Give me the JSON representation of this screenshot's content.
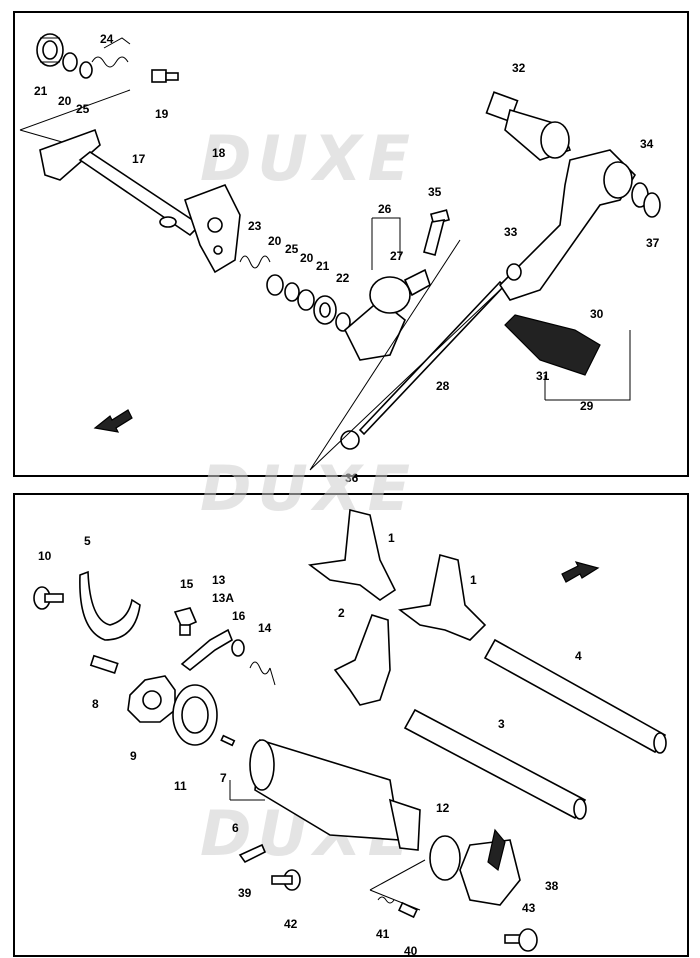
{
  "watermark": "DUXE",
  "top_panel": {
    "labels": {
      "p24": "24",
      "p21": "21",
      "p20": "20",
      "p25": "25",
      "p19": "19",
      "p17": "17",
      "p18": "18",
      "p23": "23",
      "p20b": "20",
      "p25b": "25",
      "p20c": "20",
      "p21b": "21",
      "p22": "22",
      "p26": "26",
      "p27": "27",
      "p35": "35",
      "p32": "32",
      "p34": "34",
      "p37": "37",
      "p33": "33",
      "p30": "30",
      "p31": "31",
      "p29": "29",
      "p28": "28",
      "p36": "36"
    }
  },
  "bottom_panel": {
    "labels": {
      "p10": "10",
      "p5": "5",
      "p15": "15",
      "p13": "13",
      "p13a": "13A",
      "p16": "16",
      "p14": "14",
      "p8": "8",
      "p9": "9",
      "p11": "11",
      "p7": "7",
      "p6": "6",
      "p1": "1",
      "p1b": "1",
      "p2": "2",
      "p4": "4",
      "p3": "3",
      "p12": "12",
      "p38": "38",
      "p39": "39",
      "p42": "42",
      "p41": "41",
      "p40": "40",
      "p43": "43"
    }
  }
}
